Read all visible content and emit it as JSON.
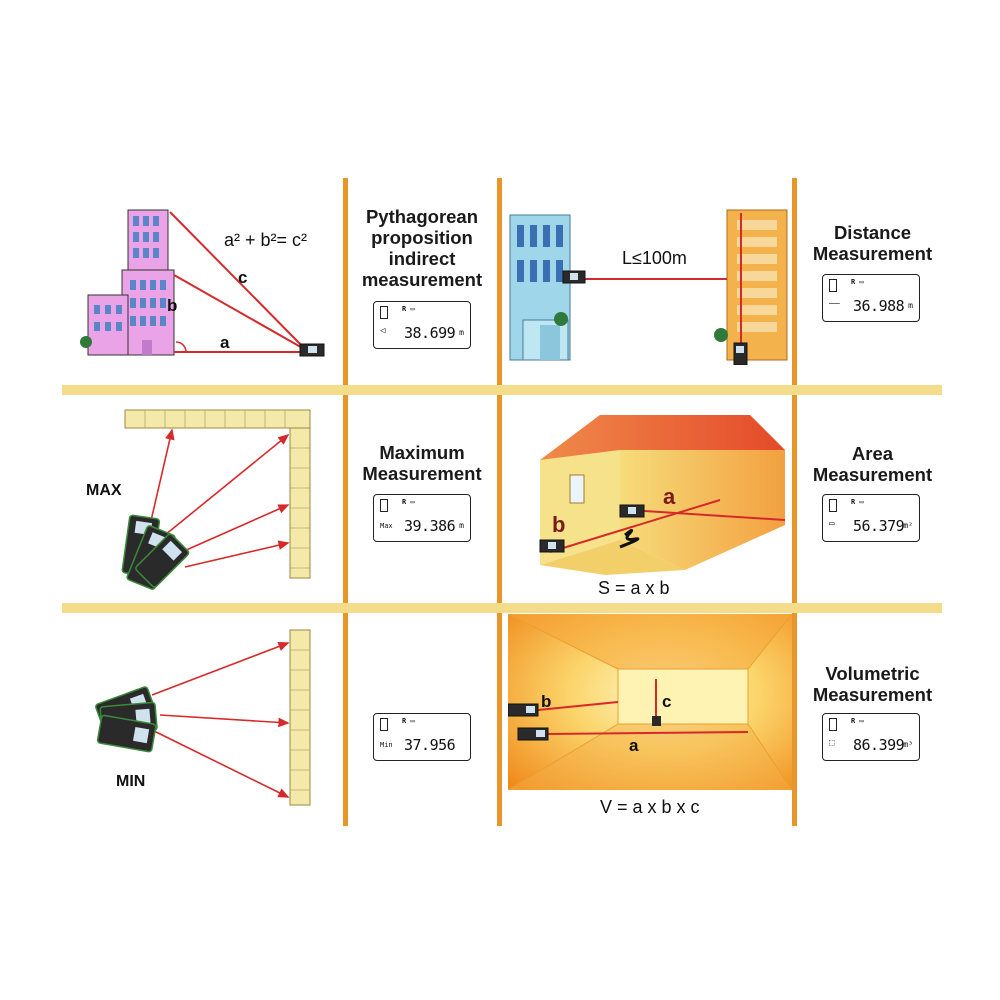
{
  "cells": {
    "pythagorean": {
      "title_lines": [
        "Pythagorean",
        "proposition",
        "indirect",
        "measurement"
      ],
      "formula": "a² + b²= c²",
      "labels": {
        "a": "a",
        "b": "b",
        "c": "c"
      },
      "display": {
        "icon": "◁",
        "value": "38.699",
        "unit": "m"
      }
    },
    "distance": {
      "title_lines": [
        "Distance",
        "Measurement"
      ],
      "range_label": "L≤100m",
      "display": {
        "icon": "––",
        "value": "36.988",
        "unit": "m"
      }
    },
    "maximum": {
      "title_lines": [
        "Maximum",
        "Measurement"
      ],
      "side_label": "MAX",
      "display": {
        "icon": "Max",
        "value": "39.386",
        "unit": "m"
      }
    },
    "area": {
      "title_lines": [
        "Area",
        "Measurement"
      ],
      "formula": "S = a x b",
      "labels": {
        "a": "a",
        "b": "b"
      },
      "display": {
        "icon": "▭",
        "value": "56.379",
        "unit": "m²"
      }
    },
    "minimum": {
      "side_label": "MIN",
      "display": {
        "icon": "Min",
        "value": "37.956",
        "unit": ""
      }
    },
    "volumetric": {
      "title_lines": [
        "Volumetric",
        "Measurement"
      ],
      "formula": "V = a x b x c",
      "labels": {
        "a": "a",
        "b": "b",
        "c": "c"
      },
      "display": {
        "icon": "⬚",
        "value": "86.399",
        "unit": "m³"
      }
    }
  },
  "lcd_header": "R ▭",
  "colors": {
    "orange_line": "#e8962a",
    "yellow_line": "#f3dc8a",
    "laser": "#d62a2a",
    "building_pink": "#e9a3e6",
    "building_blue": "#9fd6ea",
    "building_orange": "#f3b24c",
    "brick": "#f4e9a8"
  }
}
